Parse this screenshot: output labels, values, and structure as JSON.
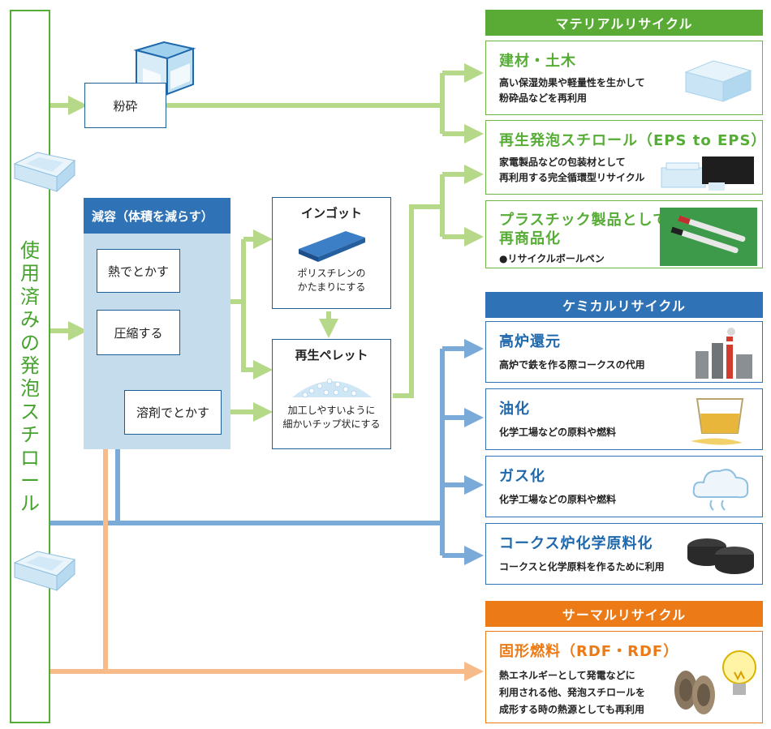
{
  "source": {
    "label": "使用済みの発泡スチロール"
  },
  "crush": {
    "label": "粉砕"
  },
  "reduction": {
    "title": "減容（体積を減らす）",
    "methods": [
      "熱でとかす",
      "圧縮する",
      "溶剤でとかす"
    ]
  },
  "ingot": {
    "title": "インゴット",
    "desc_lines": [
      "ポリスチレンの",
      "かたまりにする"
    ]
  },
  "pellet": {
    "title": "再生ペレット",
    "desc_lines": [
      "加工しやすいように",
      "細かいチップ状にする"
    ]
  },
  "material": {
    "header": "マテリアルリサイクル",
    "items": [
      {
        "title": "建材・土木",
        "lines": [
          "高い保湿効果や軽量性を生かして",
          "粉砕品などを再利用"
        ]
      },
      {
        "title": "再生発泡スチロール（EPS to EPS）",
        "lines": [
          "家電製品などの包装材として",
          "再利用する完全循環型リサイクル"
        ]
      },
      {
        "title_lines": [
          "プラスチック製品として",
          "再商品化"
        ],
        "lines": [
          "●リサイクルボールペン"
        ]
      }
    ]
  },
  "chemical": {
    "header": "ケミカルリサイクル",
    "items": [
      {
        "title": "高炉還元",
        "lines": [
          "高炉で鉄を作る際コークスの代用"
        ]
      },
      {
        "title": "油化",
        "lines": [
          "化学工場などの原料や燃料"
        ]
      },
      {
        "title": "ガス化",
        "lines": [
          "化学工場などの原料や燃料"
        ]
      },
      {
        "title": "コークス炉化学原料化",
        "lines": [
          "コークスと化学原料を作るために利用"
        ]
      }
    ]
  },
  "thermal": {
    "header": "サーマルリサイクル",
    "items": [
      {
        "title": "固形燃料（RDF・RDF）",
        "lines": [
          "熱エネルギーとして発電などに",
          "利用される他、発泡スチロールを",
          "成形する時の熱源としても再利用"
        ]
      }
    ]
  },
  "colors": {
    "green": "#5aab36",
    "blue": "#2f73b6",
    "orange": "#ec7a16",
    "line_green": "#b6d889",
    "line_blue": "#79aad8",
    "line_orange": "#f6bb88"
  }
}
